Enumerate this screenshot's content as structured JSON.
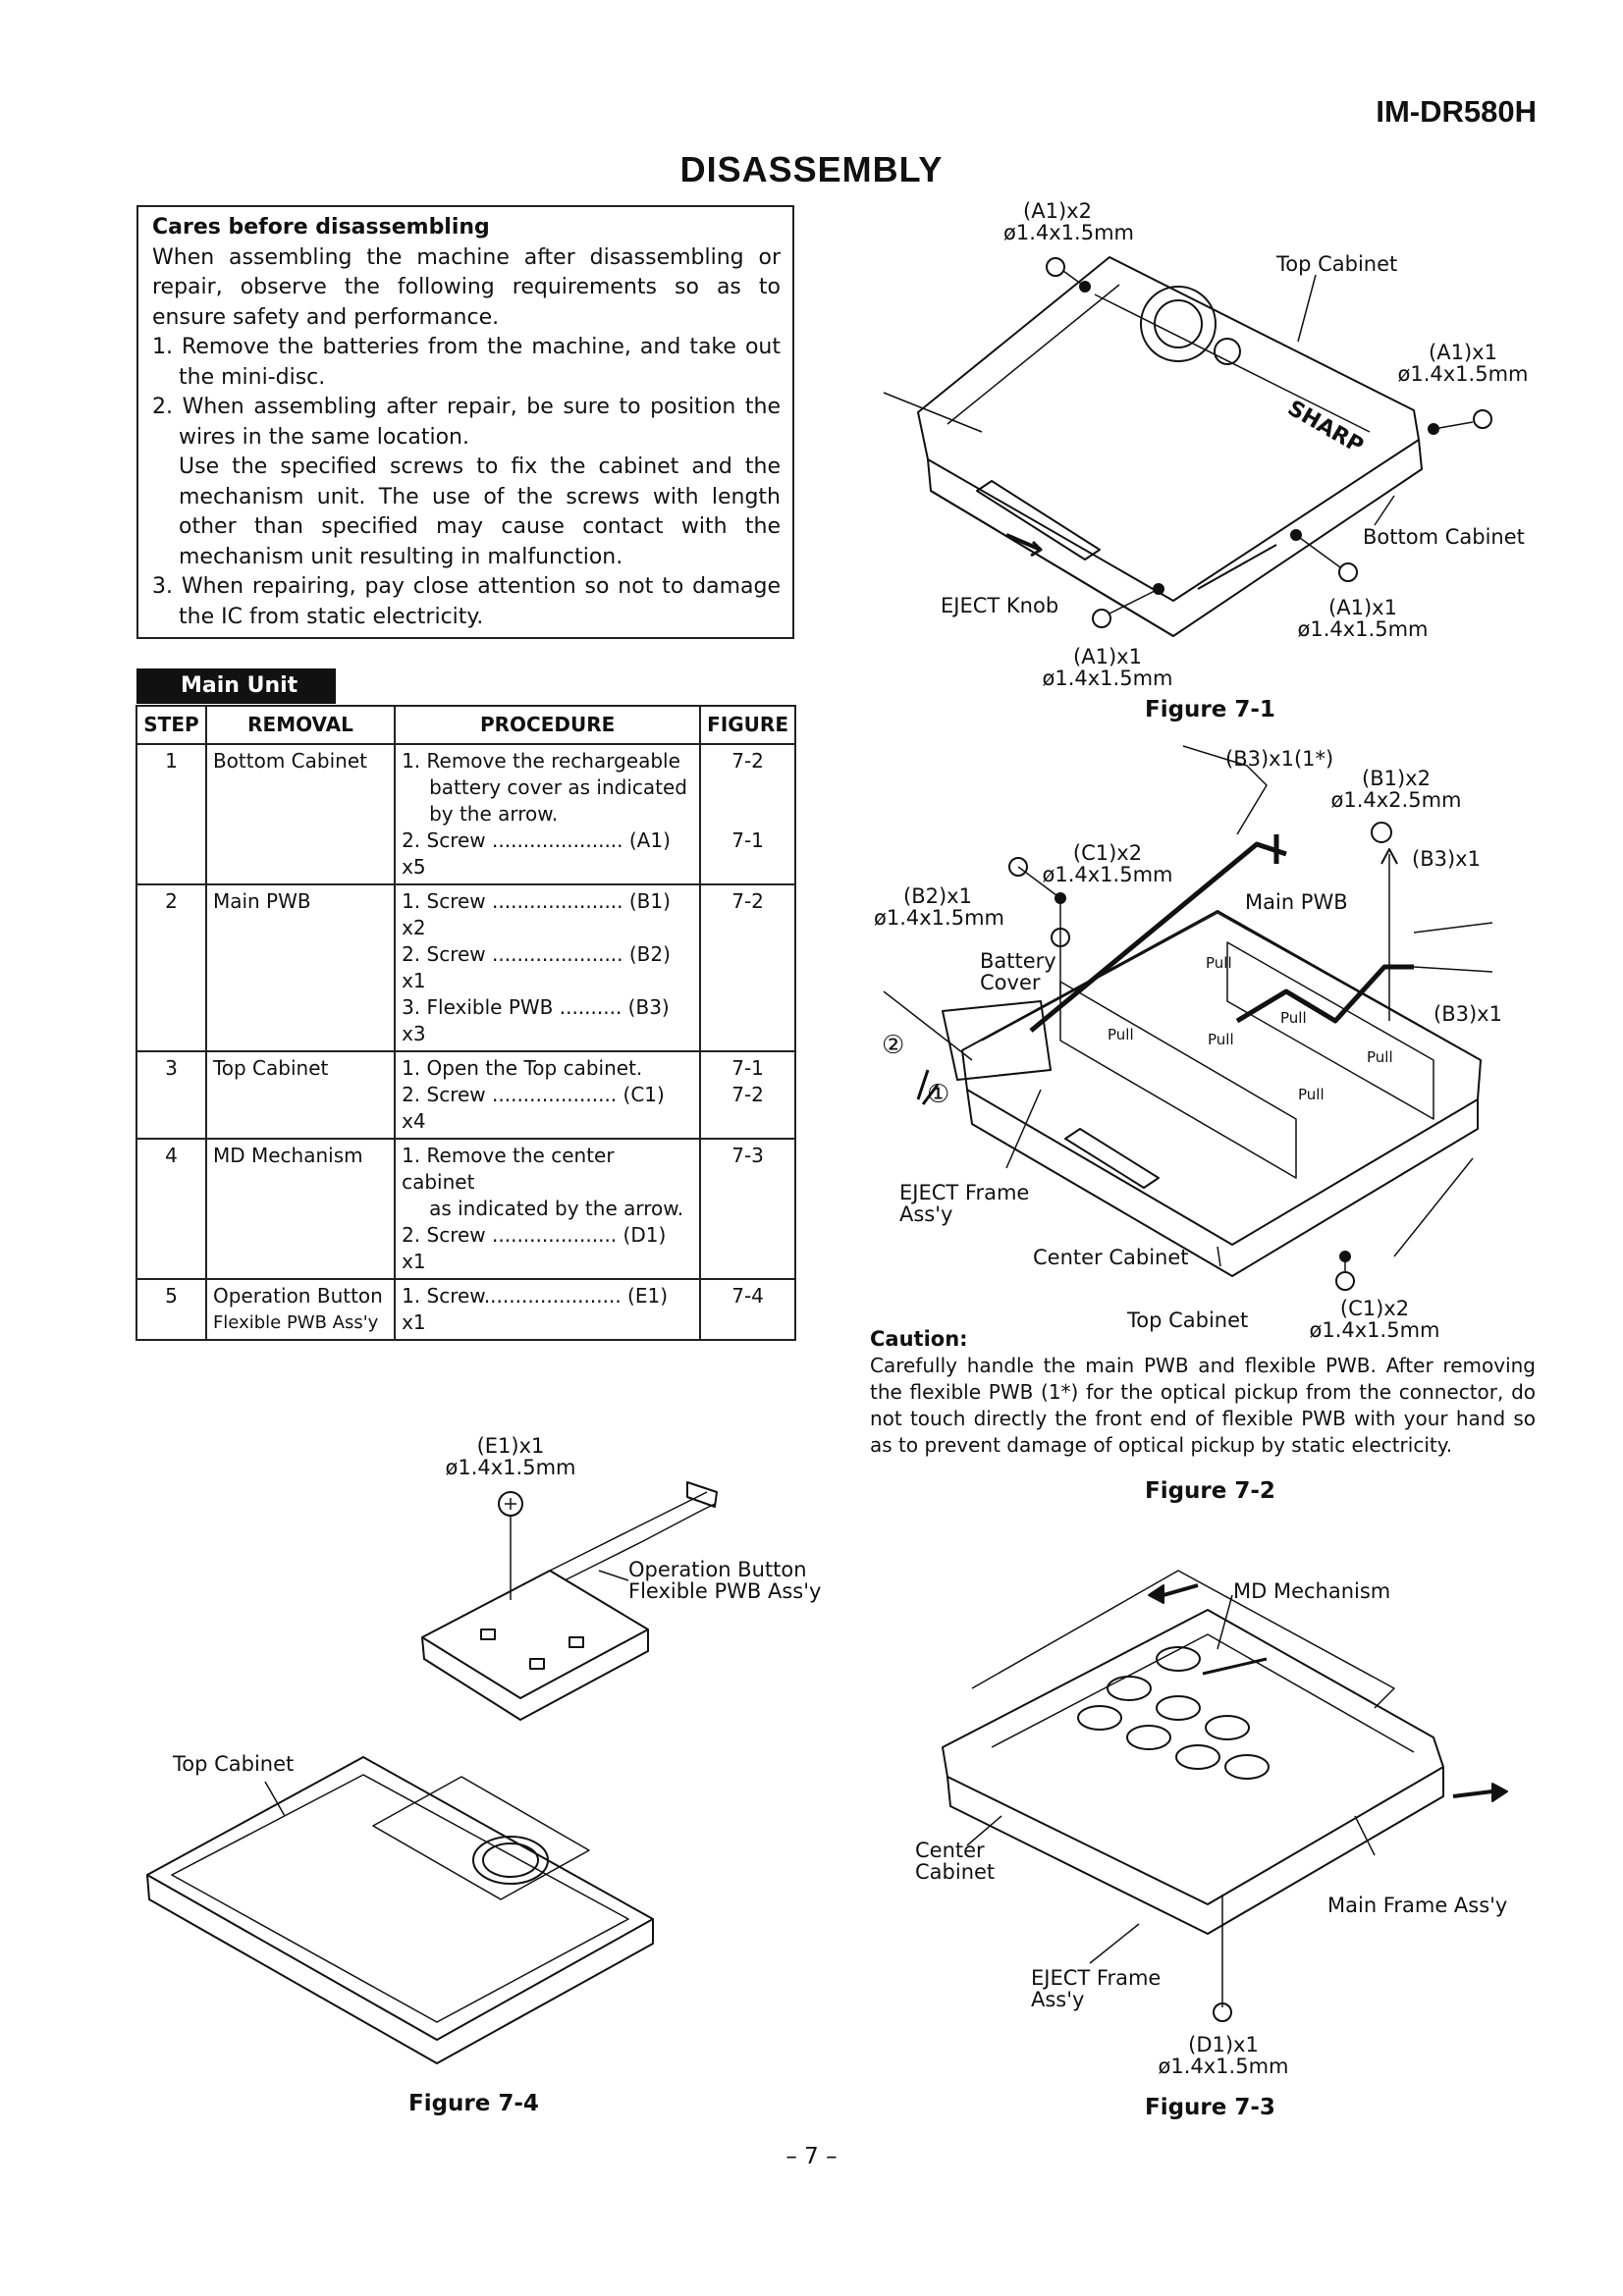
{
  "header": {
    "model": "IM-DR580H",
    "title": "DISASSEMBLY"
  },
  "cares": {
    "heading": "Cares before disassembling",
    "intro": "When assembling the machine after disassembling or repair, observe the following requirements so as to ensure safety and performance.",
    "items": [
      {
        "main": "1. Remove the batteries from the machine, and take out the mini-disc."
      },
      {
        "main": "2. When assembling after repair, be sure to position the wires in the same location.",
        "sub": "Use the specified screws to fix the cabinet and the mechanism unit. The use of the screws with length other than specified may cause contact with the mechanism unit resulting in malfunction."
      },
      {
        "main": "3. When repairing, pay close attention so not to damage the IC from static electricity."
      }
    ]
  },
  "main_unit": {
    "title": "Main Unit",
    "headers": [
      "STEP",
      "REMOVAL",
      "PROCEDURE",
      "FIGURE"
    ],
    "rows": [
      {
        "step": "1",
        "removal": "Bottom Cabinet",
        "removal_sub": "",
        "procedure": [
          "1. Remove the rechargeable",
          "battery cover as indicated",
          "by the arrow.",
          "2. Screw ..................... (A1) x5"
        ],
        "figure": [
          "7-2",
          "",
          "",
          "7-1"
        ]
      },
      {
        "step": "2",
        "removal": "Main PWB",
        "removal_sub": "",
        "procedure": [
          "1. Screw ..................... (B1) x2",
          "2. Screw ..................... (B2) x1",
          "3. Flexible PWB .......... (B3) x3"
        ],
        "figure": [
          "7-2",
          "",
          ""
        ]
      },
      {
        "step": "3",
        "removal": "Top Cabinet",
        "removal_sub": "",
        "procedure": [
          "1. Open the Top cabinet.",
          "2. Screw .................... (C1) x4"
        ],
        "figure": [
          "7-1",
          "7-2"
        ]
      },
      {
        "step": "4",
        "removal": "MD Mechanism",
        "removal_sub": "",
        "procedure": [
          "1. Remove the center cabinet",
          "as indicated by the arrow.",
          "2. Screw .................... (D1) x1"
        ],
        "figure": [
          "7-3",
          "",
          ""
        ]
      },
      {
        "step": "5",
        "removal": "Operation Button",
        "removal_sub": "Flexible PWB Ass'y",
        "procedure": [
          "1. Screw...................... (E1) x1"
        ],
        "figure": [
          "7-4"
        ]
      }
    ]
  },
  "fig71": {
    "caption": "Figure 7-1",
    "screw_tl": "(A1)x2",
    "screw_tl_size": "ø1.4x1.5mm",
    "top_cabinet": "Top Cabinet",
    "screw_r": "(A1)x1",
    "screw_r_size": "ø1.4x1.5mm",
    "bottom_cabinet": "Bottom Cabinet",
    "eject_knob": "EJECT Knob",
    "screw_br": "(A1)x1",
    "screw_br_size": "ø1.4x1.5mm",
    "screw_b": "(A1)x1",
    "screw_b_size": "ø1.4x1.5mm",
    "brand": "SHARP"
  },
  "fig72": {
    "caption": "Figure 7-2",
    "b3_1star": "(B3)x1(1*)",
    "b1": "(B1)x2",
    "b1_size": "ø1.4x2.5mm",
    "b3_right_top": "(B3)x1",
    "c1_top": "(C1)x2",
    "c1_top_size": "ø1.4x1.5mm",
    "b2": "(B2)x1",
    "b2_size": "ø1.4x1.5mm",
    "main_pwb": "Main PWB",
    "battery_cover_1": "Battery",
    "battery_cover_2": "Cover",
    "b3_right_mid": "(B3)x1",
    "pull": "Pull",
    "circle_2": "②",
    "circle_1": "①",
    "eject_frame_1": "EJECT Frame",
    "eject_frame_2": "Ass'y",
    "center_cabinet": "Center Cabinet",
    "top_cabinet": "Top Cabinet",
    "c1_bottom": "(C1)x2",
    "c1_bottom_size": "ø1.4x1.5mm"
  },
  "caution": {
    "title": "Caution:",
    "text": "Carefully handle the main PWB and flexible PWB. After removing the flexible PWB (1*) for the optical pickup from the connector, do not touch directly the front end of flexible PWB with your hand so as to prevent damage of optical pickup by static electricity."
  },
  "fig73": {
    "caption": "Figure 7-3",
    "md_mechanism": "MD Mechanism",
    "center_cabinet_1": "Center",
    "center_cabinet_2": "Cabinet",
    "main_frame": "Main Frame Ass'y",
    "eject_frame_1": "EJECT Frame",
    "eject_frame_2": "Ass'y",
    "d1": "(D1)x1",
    "d1_size": "ø1.4x1.5mm"
  },
  "fig74": {
    "caption": "Figure 7-4",
    "e1": "(E1)x1",
    "e1_size": "ø1.4x1.5mm",
    "op_button_1": "Operation Button",
    "op_button_2": "Flexible PWB Ass'y",
    "top_cabinet": "Top Cabinet"
  },
  "page_number": "– 7 –"
}
